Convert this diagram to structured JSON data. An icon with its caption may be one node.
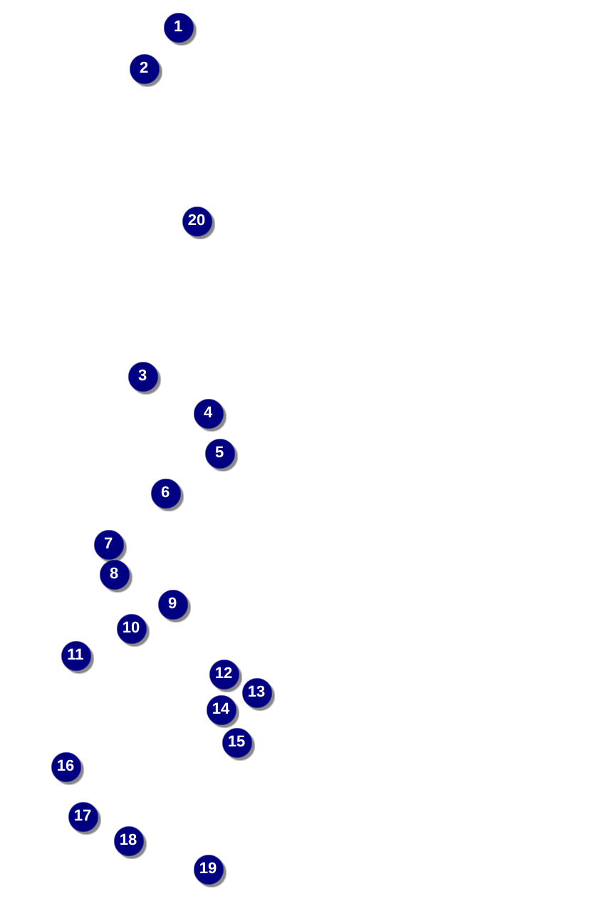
{
  "diagram": {
    "labels": [
      "1",
      "2",
      "20",
      "3",
      "4",
      "5",
      "6",
      "7",
      "8",
      "9",
      "10",
      "11",
      "12",
      "13",
      "14",
      "15",
      "16",
      "17",
      "18",
      "19"
    ]
  }
}
